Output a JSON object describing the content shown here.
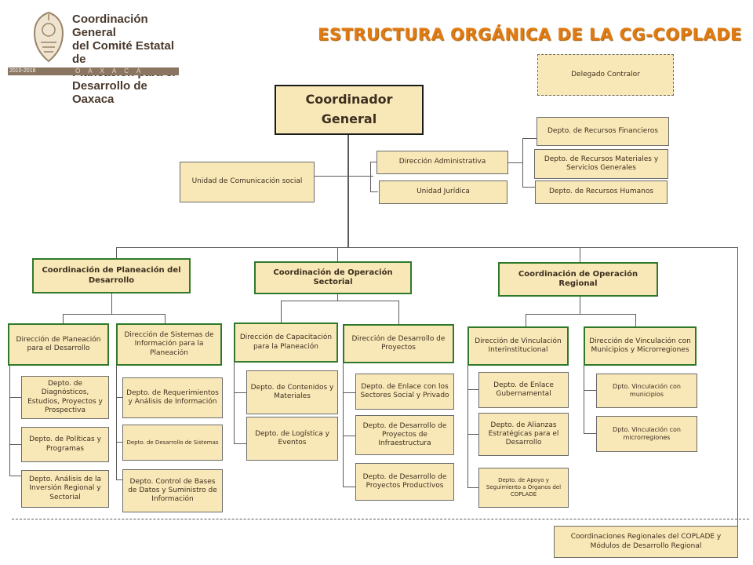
{
  "header": {
    "title": "ESTRUCTURA ORGÁNICA DE LA CG-COPLADE",
    "logo_text": [
      "Coordinación General",
      "del Comité Estatal de",
      "Planeación para el",
      "Desarrollo de Oaxaca"
    ],
    "logo_years": "2010-2016",
    "logo_state": "OAXACA"
  },
  "nodes": {
    "delegado": "Delegado Contralor",
    "coordinador": "Coordinador General",
    "unidad_comunicacion": "Unidad de Comunicación social",
    "direccion_administrativa": "Dirección Administrativa",
    "unidad_juridica": "Unidad Jurídica",
    "depto_financieros": "Depto. de Recursos Financieros",
    "depto_materiales": "Depto. de Recursos Materiales y Servicios Generales",
    "depto_humanos": "Depto. de Recursos Humanos",
    "coord_planeacion": "Coordinación de Planeación del Desarrollo",
    "coord_sectorial": "Coordinación de Operación Sectorial",
    "coord_regional": "Coordinación de Operación Regional",
    "dir_planeacion": "Dirección de Planeación para el Desarrollo",
    "dir_sistemas": "Dirección de Sistemas de Información para la Planeación",
    "dir_capacitacion": "Dirección de Capacitación para la Planeación",
    "dir_desarrollo_proyectos": "Dirección de Desarrollo de Proyectos",
    "dir_vinculacion_inter": "Dirección de Vinculación Interinstitucional",
    "dir_vinculacion_mun": "Dirección de Vinculación con Municipios y Microrregiones",
    "depto_diagnosticos": "Depto. de Diagnósticos, Estudios, Proyectos y Prospectiva",
    "depto_politicas": "Depto. de Políticas y Programas",
    "depto_analisis": "Depto. Análisis de la Inversión Regional y Sectorial",
    "depto_requerimientos": "Depto. de Requerimientos y Análisis de Información",
    "depto_desarrollo_sistemas": "Depto. de Desarrollo de Sistemas",
    "depto_control_bases": "Depto. Control de Bases de Datos y Suministro de Información",
    "depto_contenidos": "Depto. de Contenidos y Materiales",
    "depto_logistica": "Depto. de Logística y Eventos",
    "depto_enlace_sectores": "Depto. de Enlace con los Sectores Social y Privado",
    "depto_infraestructura": "Depto. de Desarrollo de Proyectos de Infraestructura",
    "depto_productivos": "Depto. de Desarrollo de Proyectos Productivos",
    "depto_enlace_gub": "Depto. de Enlace Gubernamental",
    "depto_alianzas": "Depto. de Alianzas Estratégicas para el Desarrollo",
    "depto_apoyo": "Depto. de Apoyo y Seguimiento a Órganos del COPLADE",
    "dpto_municipios": "Dpto. Vinculación con municipios",
    "dpto_microrregiones": "Dpto. Vinculación con microrregiones",
    "coord_regionales": "Coordinaciones Regionales del COPLADE y Módulos de Desarrollo Regional"
  }
}
